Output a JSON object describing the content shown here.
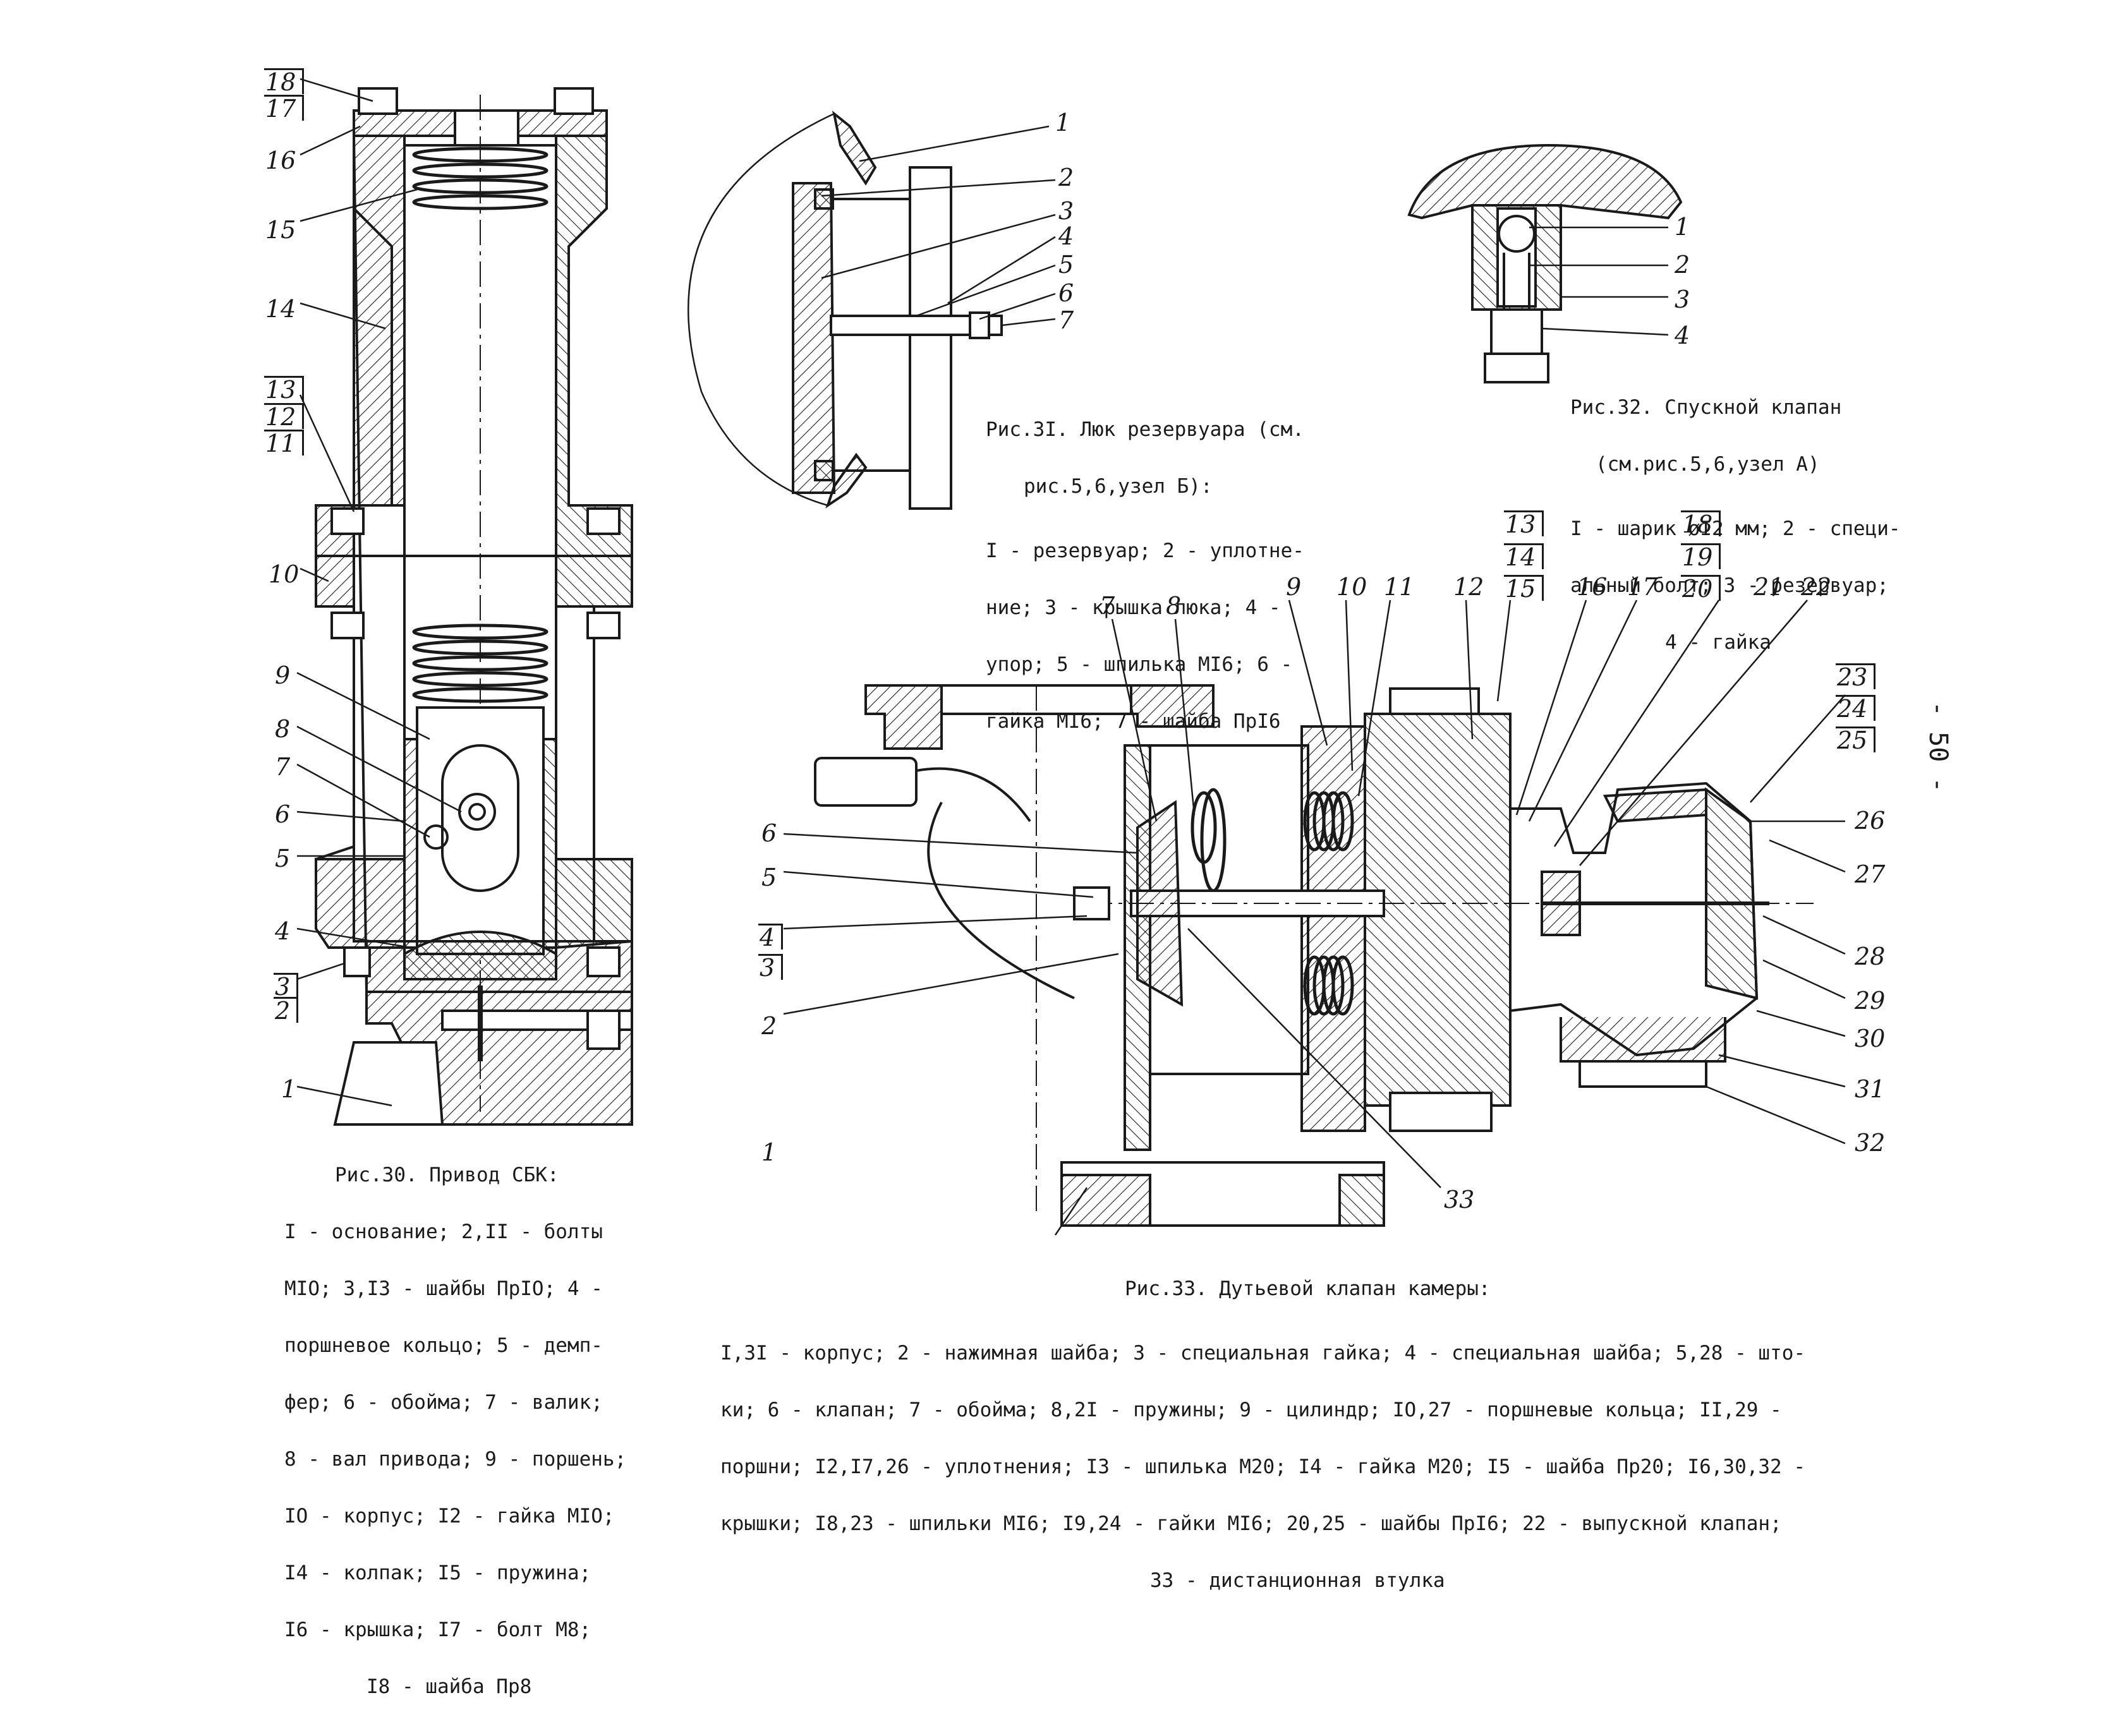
{
  "page_number": "- 50 -",
  "fig30": {
    "title": "Рис.30. Привод СБК:",
    "lines": [
      "I - основание; 2,II - болты",
      "MIO; 3,I3 - шайбы ПрIO; 4 -",
      "поршневое кольцо; 5 - демп-",
      "фер; 6 - обойма; 7 - валик;",
      "8 - вал привода; 9 - поршень;",
      "IO - корпус; I2 - гайка MIO;",
      "I4 - колпак; I5 - пружина;",
      "I6 - крышка; I7 - болт M8;",
      "I8 - шайба Пр8"
    ],
    "callouts": [
      "18",
      "17",
      "16",
      "15",
      "14",
      "13",
      "12",
      "11",
      "10",
      "9",
      "8",
      "7",
      "6",
      "5",
      "4",
      "3",
      "2",
      "1"
    ]
  },
  "fig31": {
    "title": "Рис.3I. Люк резервуара (см.",
    "lines": [
      "рис.5,6,узел Б):",
      "I - резервуар; 2 - уплотне-",
      "ние; 3 - крышка люка; 4 -",
      "упор; 5 - шпилька MI6; 6 -",
      "гайка MI6; 7 - шайба ПрI6"
    ],
    "callouts": [
      "1",
      "2",
      "3",
      "4",
      "5",
      "6",
      "7"
    ]
  },
  "fig32": {
    "title": "Рис.32. Спускной клапан",
    "lines": [
      "(см.рис.5,6,узел А)",
      "I - шарик øI2 мм; 2 - специ-",
      "альный болт; 3 - резервуар;",
      "4 - гайка"
    ],
    "callouts": [
      "1",
      "2",
      "3",
      "4"
    ]
  },
  "fig33": {
    "title": "Рис.33. Дутьевой клапан камеры:",
    "lines": [
      "I,3I - корпус; 2 - нажимная шайба; 3 - специальная гайка; 4 - специальная шайба; 5,28 - што-",
      "ки; 6 - клапан; 7 - обойма; 8,2I - пружины; 9 - цилиндр; IO,27 - поршневые кольца; II,29 -",
      "поршни; I2,I7,26 - уплотнения; I3 - шпилька M20; I4 - гайка M20; I5 - шайба Пр20; I6,30,32 -",
      "крышки; I8,23 - шпильки MI6; I9,24 - гайки MI6; 20,25 - шайбы ПрI6; 22 - выпускной клапан;",
      "33 - дистанционная втулка"
    ],
    "callouts": [
      "1",
      "2",
      "3",
      "4",
      "5",
      "6",
      "7",
      "8",
      "9",
      "10",
      "11",
      "12",
      "13",
      "14",
      "15",
      "16",
      "17",
      "18",
      "19",
      "20",
      "21",
      "22",
      "23",
      "24",
      "25",
      "26",
      "27",
      "28",
      "29",
      "30",
      "31",
      "32",
      "33"
    ]
  },
  "colors": {
    "ink": "#1a1a1a",
    "paper": "#ffffff"
  }
}
